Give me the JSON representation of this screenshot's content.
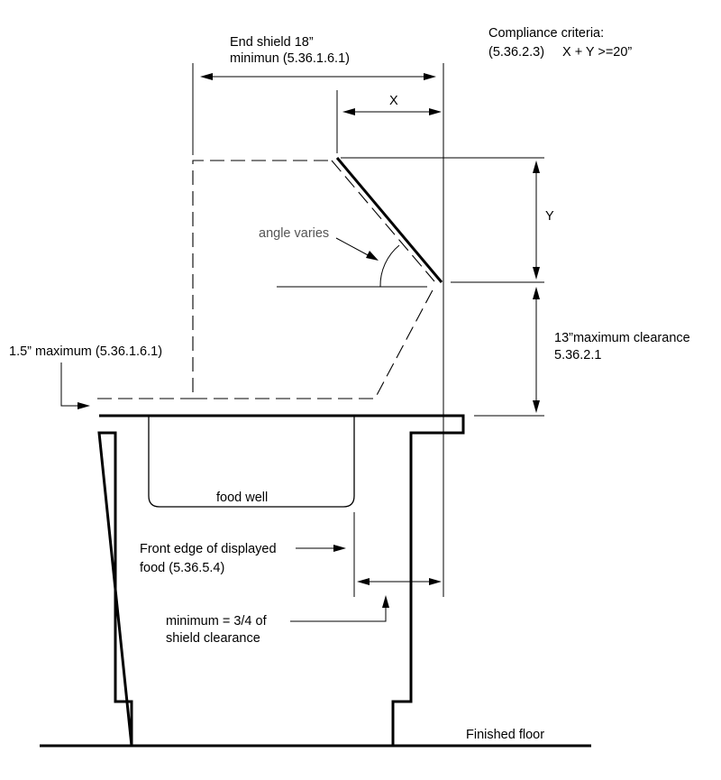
{
  "labels": {
    "end_shield_line1": "End shield 18”",
    "end_shield_line2": "minimun (5.36.1.6.1)",
    "compliance_title": "Compliance criteria:",
    "compliance_ref": "(5.36.2.3)",
    "compliance_formula": "X + Y >=20”",
    "x": "X",
    "y": "Y",
    "angle": "angle varies",
    "max_clearance_line1": "13”maximum clearance",
    "max_clearance_line2": "5.36.2.1",
    "max_1_5": "1.5” maximum (5.36.1.6.1)",
    "food_well": "food well",
    "front_edge_line1": "Front edge of displayed",
    "front_edge_line2": "food (5.36.5.4)",
    "min_3_4_line1": "minimum = 3/4 of",
    "min_3_4_line2": "shield clearance",
    "floor": "Finished floor"
  }
}
